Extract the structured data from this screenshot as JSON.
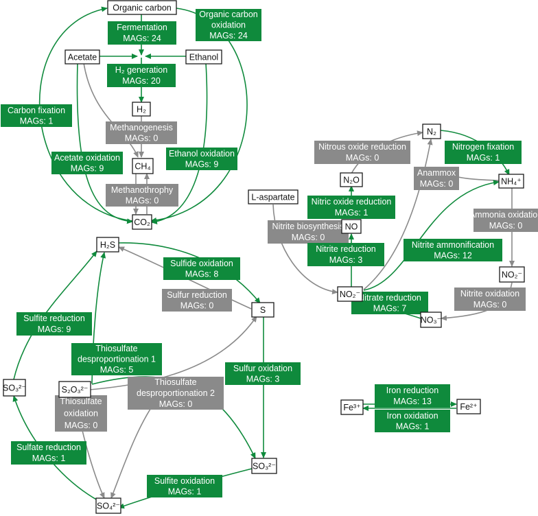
{
  "colors": {
    "green": "#0f8a3c",
    "gray": "#8a8a8a",
    "box_border": "#1a1a1a"
  },
  "nodes": {
    "organic_carbon": "Organic carbon",
    "acetate": "Acetate",
    "ethanol": "Ethanol",
    "h2": "H₂",
    "ch4": "CH₄",
    "co2": "CO₂",
    "n2": "N₂",
    "n2o": "N₂O",
    "nh4": "NH₄⁺",
    "no": "NO",
    "l_aspartate": "L-aspartate",
    "no2_center": "NO₂⁻",
    "no2_right": "NO₂⁻",
    "no3": "NO₃⁻",
    "h2s": "H₂S",
    "s": "S",
    "so3_left": "SO₃²⁻",
    "s2o3": "S₂O₃²⁻",
    "so3_right": "SO₃²⁻",
    "so4": "SO₄²⁻",
    "fe3": "Fe³⁺",
    "fe2": "Fe²⁺"
  },
  "processes": {
    "fermentation": {
      "name": "Fermentation",
      "mags": "MAGs: 24",
      "status": "green"
    },
    "organic_carbon_oxidation": {
      "name_line1": "Organic carbon",
      "name_line2": "oxidation",
      "mags": "MAGs: 24",
      "status": "green"
    },
    "h2_generation": {
      "name": "H₂ generation",
      "mags": "MAGs: 20",
      "status": "green"
    },
    "carbon_fixation": {
      "name": "Carbon fixation",
      "mags": "MAGs: 1",
      "status": "green"
    },
    "methanogenesis": {
      "name": "Methanogenesis",
      "mags": "MAGs: 0",
      "status": "gray"
    },
    "acetate_oxidation": {
      "name": "Acetate oxidation",
      "mags": "MAGs: 9",
      "status": "green"
    },
    "ethanol_oxidation": {
      "name": "Ethanol oxidation",
      "mags": "MAGs: 9",
      "status": "green"
    },
    "methanotrophy": {
      "name": "Methanothrophy",
      "mags": "MAGs: 0",
      "status": "gray"
    },
    "nitrous_oxide_reduction": {
      "name": "Nitrous oxide reduction",
      "mags": "MAGs: 0",
      "status": "gray"
    },
    "nitrogen_fixation": {
      "name": "Nitrogen fixation",
      "mags": "MAGs: 1",
      "status": "green"
    },
    "anammox": {
      "name": "Anammox",
      "mags": "MAGs: 0",
      "status": "gray"
    },
    "nitric_oxide_reduction": {
      "name": "Nitric oxide reduction",
      "mags": "MAGs: 1",
      "status": "green"
    },
    "nitrite_biosynthesis": {
      "name": "Nitrite biosynthesis",
      "mags": "MAGs: 0",
      "status": "gray"
    },
    "ammonia_oxidation": {
      "name": "Ammonia oxidation",
      "mags": "MAGs: 0",
      "status": "gray"
    },
    "nitrite_reduction": {
      "name": "Nitrite reduction",
      "mags": "MAGs: 3",
      "status": "green"
    },
    "nitrite_ammonification": {
      "name": "Nitrite ammonification",
      "mags": "MAGs: 12",
      "status": "green"
    },
    "nitrate_reduction": {
      "name": "Nitrate reduction",
      "mags": "MAGs: 7",
      "status": "green"
    },
    "nitrite_oxidation": {
      "name": "Nitrite oxidation",
      "mags": "MAGs: 0",
      "status": "gray"
    },
    "sulfide_oxidation": {
      "name": "Sulfide oxidation",
      "mags": "MAGs: 8",
      "status": "green"
    },
    "sulfur_reduction": {
      "name": "Sulfur reduction",
      "mags": "MAGs: 0",
      "status": "gray"
    },
    "sulfite_reduction": {
      "name": "Sulfite reduction",
      "mags": "MAGs: 9",
      "status": "green"
    },
    "thiosulfate_disproportionation_1": {
      "name_line1": "Thiosulfate",
      "name_line2": "desproportionation 1",
      "mags": "MAGs: 5",
      "status": "green"
    },
    "sulfur_oxidation": {
      "name": "Sulfur oxidation",
      "mags": "MAGs: 3",
      "status": "green"
    },
    "thiosulfate_disproportionation_2": {
      "name_line1": "Thiosulfate",
      "name_line2": "desproportionation 2",
      "mags": "MAGs: 0",
      "status": "gray"
    },
    "thiosulfate_oxidation": {
      "name_line1": "Thiosulfate",
      "name_line2": "oxidation",
      "mags": "MAGs: 0",
      "status": "gray"
    },
    "sulfate_reduction": {
      "name": "Sulfate reduction",
      "mags": "MAGs: 1",
      "status": "green"
    },
    "sulfite_oxidation": {
      "name": "Sulfite oxidation",
      "mags": "MAGs: 1",
      "status": "green"
    },
    "iron_reduction": {
      "name": "Iron reduction",
      "mags": "MAGs: 13",
      "status": "green"
    },
    "iron_oxidation": {
      "name": "Iron oxidation",
      "mags": "MAGs: 1",
      "status": "green"
    }
  }
}
